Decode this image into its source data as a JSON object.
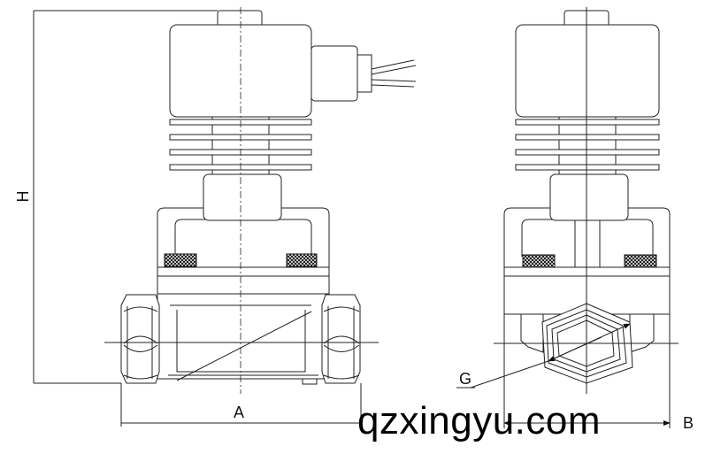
{
  "dimensions": {
    "height_label": "H",
    "width_label": "A",
    "side_width_label": "B",
    "thread_label": "G"
  },
  "watermark": "qzxingyu.com",
  "colors": {
    "line": "#222222",
    "background": "#ffffff"
  }
}
